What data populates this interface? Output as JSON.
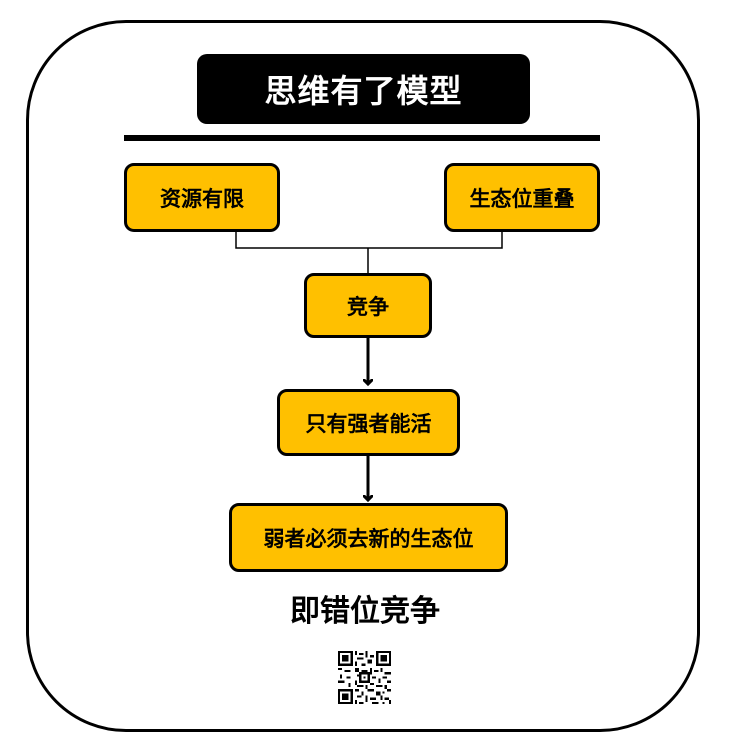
{
  "title": "思维有了模型",
  "nodes": {
    "resources_limited": "资源有限",
    "niche_overlap": "生态位重叠",
    "competition": "竞争",
    "survival": "只有强者能活",
    "weak_new_niche": "弱者必须去新的生态位"
  },
  "conclusion": "即错位竞争",
  "colors": {
    "node_fill": "#FFC000",
    "title_bg": "#000000",
    "title_text": "#ffffff",
    "stroke": "#000000"
  }
}
